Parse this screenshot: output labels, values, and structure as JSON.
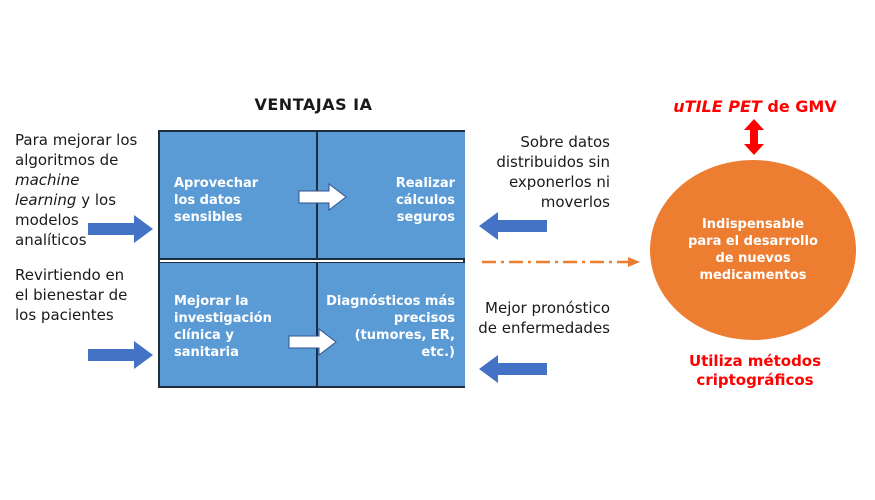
{
  "title": "VENTAJAS IA",
  "left_texts": {
    "top_pre": "Para mejorar los algoritmos de ",
    "top_italic1": "machine learning",
    "top_post": " y los modelos analíticos",
    "bottom": "Revirtiendo en el bienestar de los pacientes"
  },
  "quadrants": {
    "top_left": "Aprovechar los datos sensibles",
    "top_right": "Realizar cálculos seguros",
    "bottom_left": "Mejorar la investigación clínica y sanitaria",
    "bottom_right": "Diagnósticos más precisos (tumores, ER, etc.)"
  },
  "right_texts": {
    "top": "Sobre datos distribuidos sin exponerlos ni moverlos",
    "bottom": "Mejor pronóstico de enfermedades"
  },
  "utile": {
    "italic": "uTILE PET",
    "rest": " de GMV"
  },
  "circle_text": "Indispensable para el desarrollo de nuevos medicamentos",
  "bottom_red": "Utiliza métodos criptográficos",
  "colors": {
    "quadrant_blue": "#5b9bd5",
    "arrow_blue": "#4472c4",
    "circle_orange": "#ed7d31",
    "accent_red": "#ff0000"
  }
}
